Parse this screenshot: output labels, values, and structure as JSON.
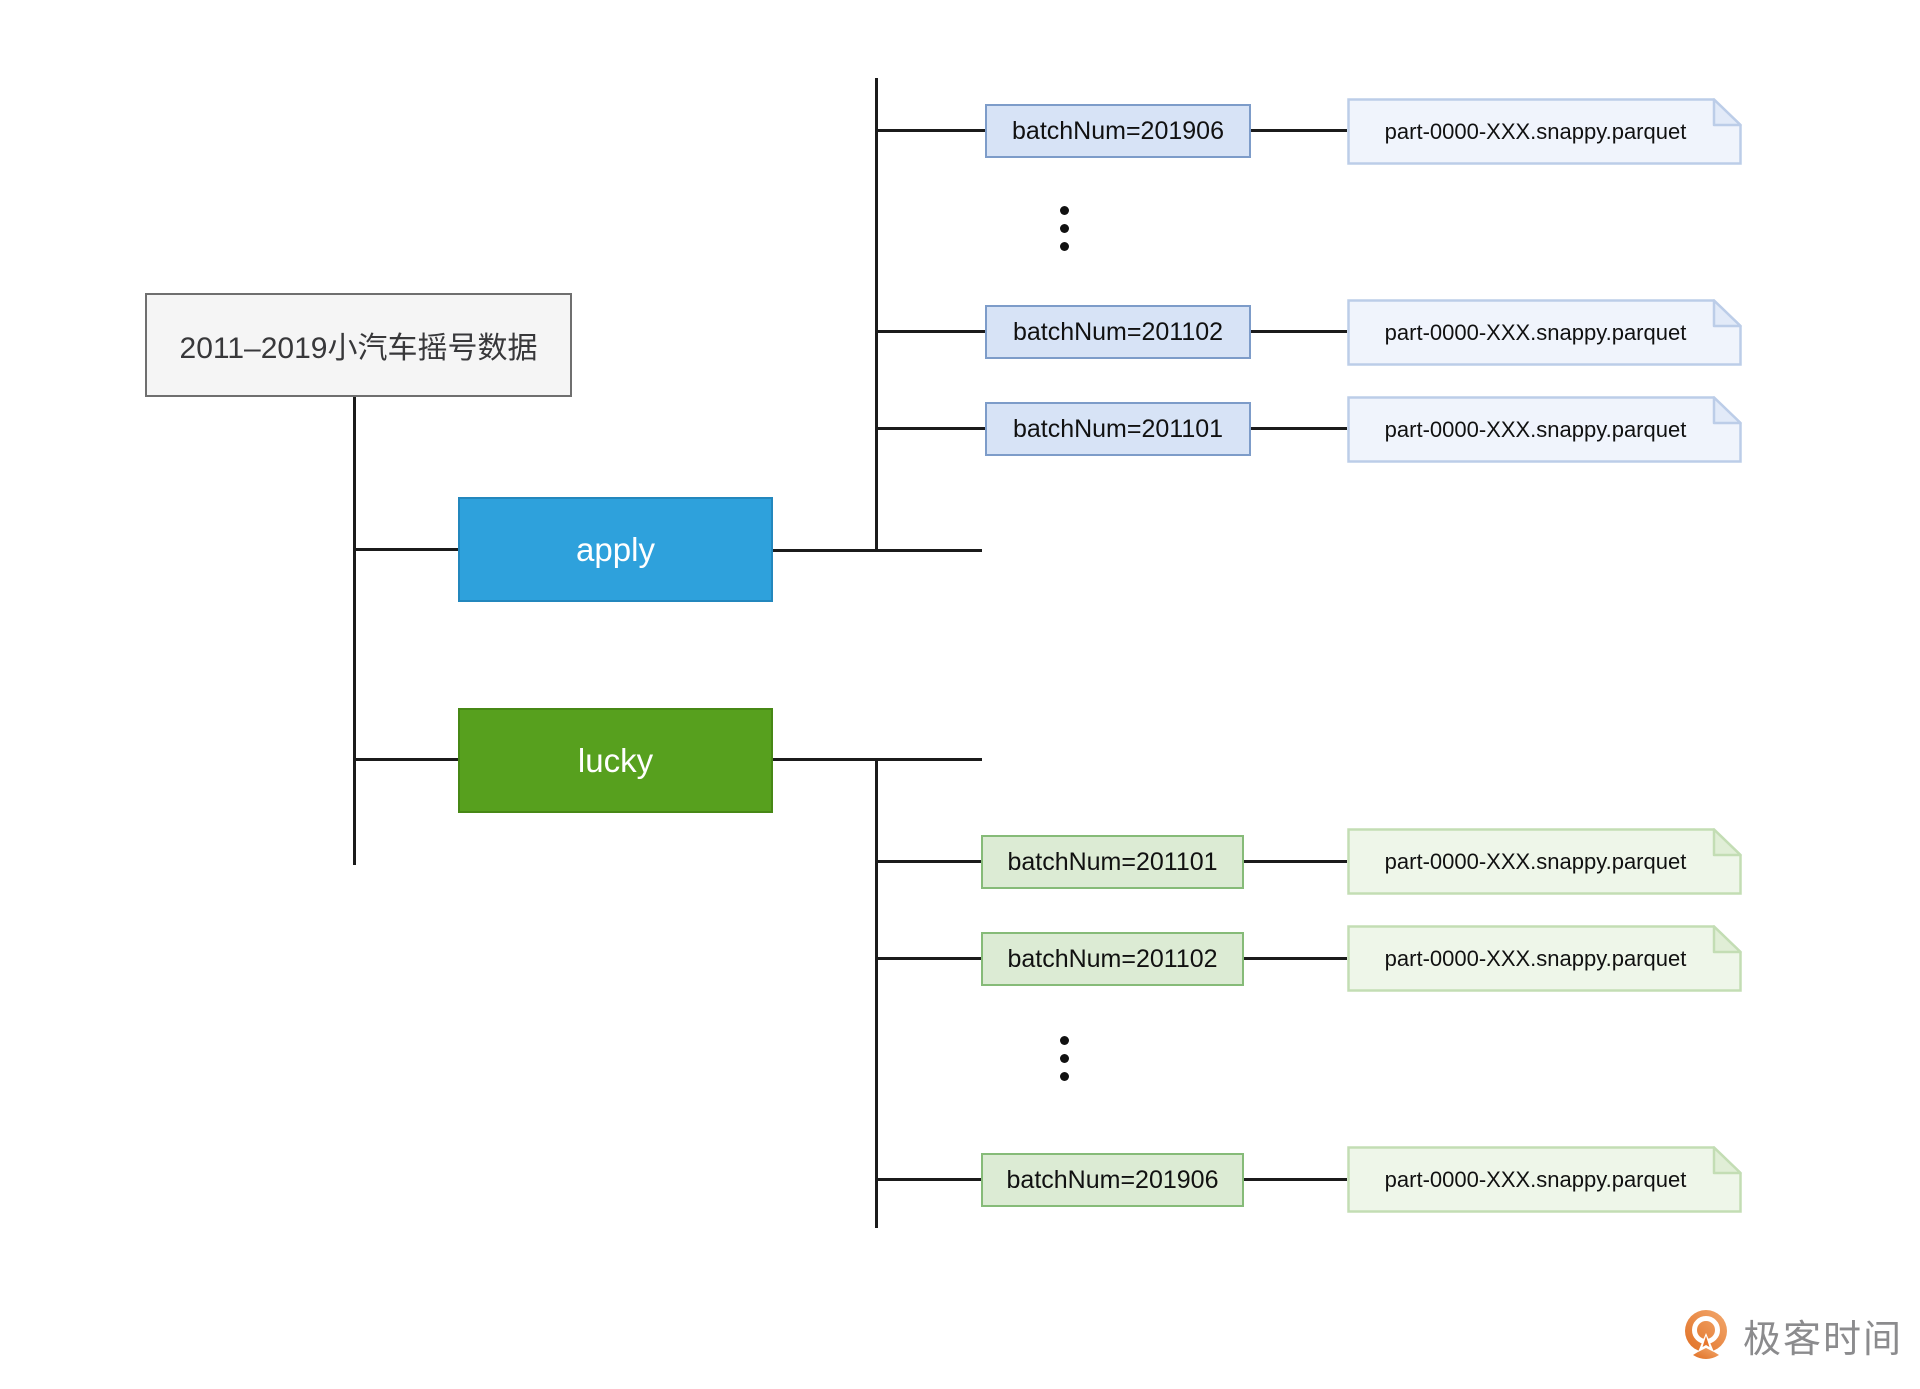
{
  "tree": {
    "root": {
      "label": "2011–2019小汽车摇号数据"
    },
    "apply": {
      "label": "apply",
      "ellipsis": "vertical-dots",
      "children": [
        {
          "label": "batchNum=201906",
          "file": "part-0000-XXX.snappy.parquet"
        },
        {
          "label": "batchNum=201102",
          "file": "part-0000-XXX.snappy.parquet"
        },
        {
          "label": "batchNum=201101",
          "file": "part-0000-XXX.snappy.parquet"
        }
      ]
    },
    "lucky": {
      "label": "lucky",
      "ellipsis": "vertical-dots",
      "children": [
        {
          "label": "batchNum=201101",
          "file": "part-0000-XXX.snappy.parquet"
        },
        {
          "label": "batchNum=201102",
          "file": "part-0000-XXX.snappy.parquet"
        },
        {
          "label": "batchNum=201906",
          "file": "part-0000-XXX.snappy.parquet"
        }
      ]
    }
  },
  "colors": {
    "apply_fill": "#2ea1dc",
    "lucky_fill": "#57a01e",
    "batch_blue_fill": "#d7e3f6",
    "batch_blue_border": "#7d9cc9",
    "batch_green_fill": "#dcebd4",
    "batch_green_border": "#86bb78",
    "file_blue_fill": "#f0f4fc",
    "file_blue_border": "#bccde8",
    "file_green_fill": "#eef6e9",
    "file_green_border": "#c3ddb4",
    "root_fill": "#f5f5f5",
    "root_border": "#6f6f6f",
    "line": "#1b1b1b",
    "logo_orange": "#e8762c"
  },
  "footer": {
    "brand_text": "极客时间"
  }
}
